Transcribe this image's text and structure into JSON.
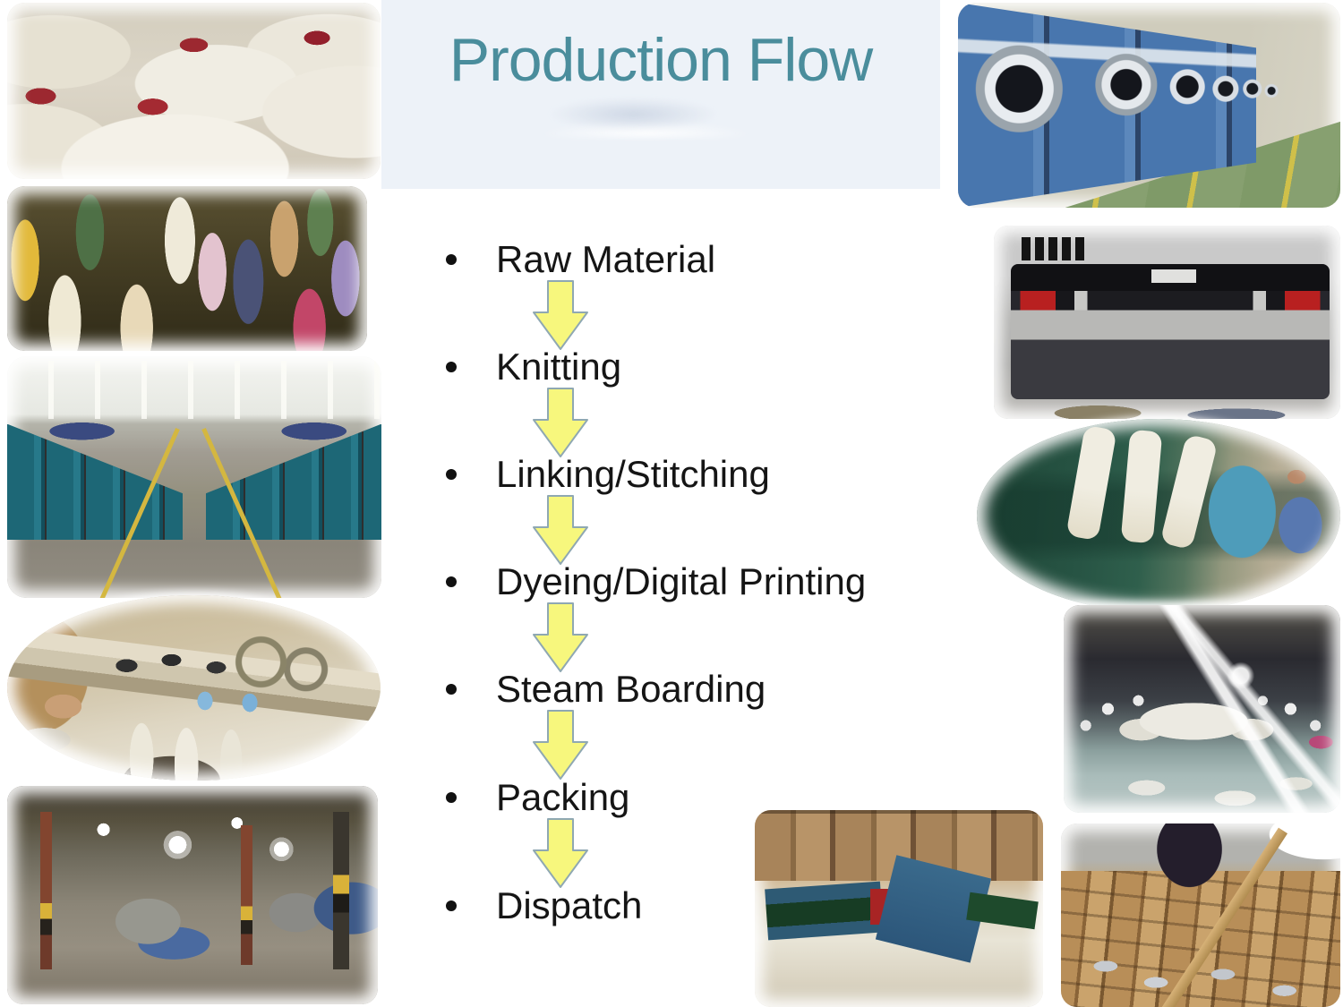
{
  "title": "Production Flow",
  "steps": [
    "Raw Material",
    "Knitting",
    "Linking/Stitching",
    "Dyeing/Digital Printing",
    "Steam Boarding",
    "Packing",
    "Dispatch"
  ],
  "colors": {
    "title_text": "#4a8d9c",
    "title_band_bg": "#edf2f8",
    "step_text": "#151515",
    "arrow_fill": "#f7f77d",
    "arrow_stroke": "#8fa8b2"
  },
  "photos": [
    {
      "name": "white-yarn-cones-photo",
      "subject": "raw material yarn cones"
    },
    {
      "name": "colored-yarn-cones-photo",
      "subject": "dyed yarn cones"
    },
    {
      "name": "knitting-factory-aisle-photo",
      "subject": "knitting machine hall"
    },
    {
      "name": "linking-machine-photo",
      "subject": "linking/stitching machine"
    },
    {
      "name": "dye-house-photo",
      "subject": "dyeing factory hall"
    },
    {
      "name": "industrial-dryers-photo",
      "subject": "row of blue dryers"
    },
    {
      "name": "digital-printer-photo",
      "subject": "digital printing machine"
    },
    {
      "name": "steam-boarding-photo",
      "subject": "socks on boarding forms"
    },
    {
      "name": "packing-workers-photo",
      "subject": "workers packing garments"
    },
    {
      "name": "packing-conveyor-photo",
      "subject": "packing conveyor machine"
    },
    {
      "name": "dispatch-boxes-photo",
      "subject": "boxed goods for dispatch"
    }
  ]
}
